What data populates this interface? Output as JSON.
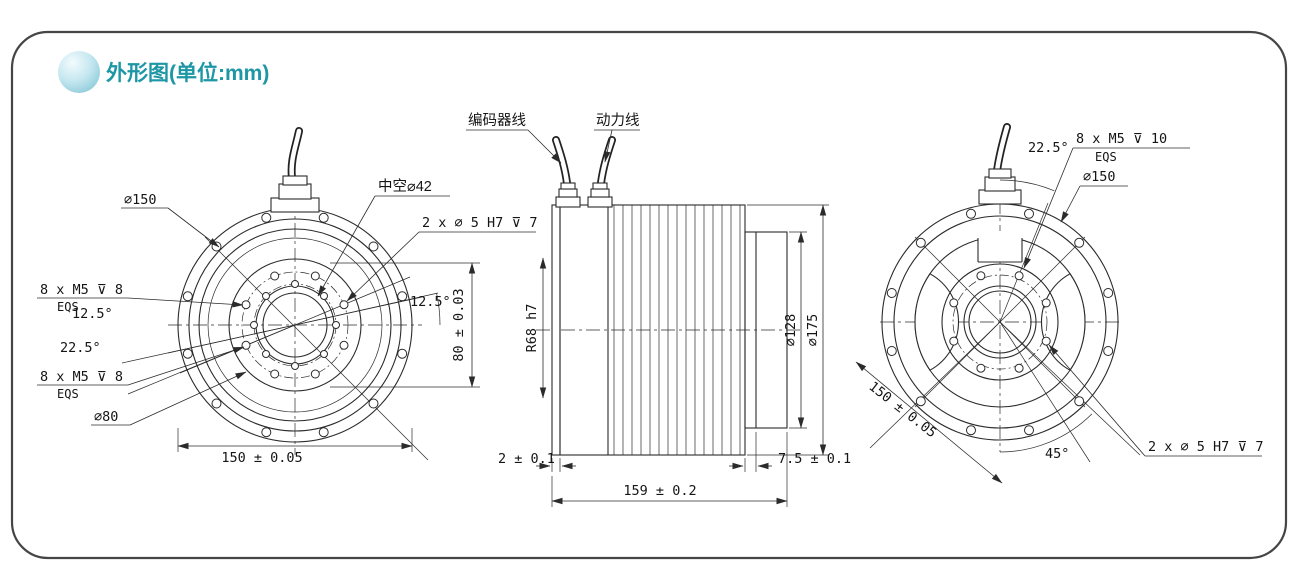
{
  "header": {
    "title": "外形图(单位:mm)"
  },
  "front_view": {
    "d150": "⌀150",
    "hollow_d42": "中空⌀42",
    "dowel_holes": "2 x ⌀ 5 H7 ⊽ 7",
    "bolt_note_top": "8 x M5 ⊽ 8",
    "bolt_note_top_eqs": "EQS",
    "angle_12_5_left": "12.5°",
    "angle_22_5_left": "22.5°",
    "bolt_note_bottom": "8 x M5 ⊽ 8",
    "bolt_note_bottom_eqs": "EQS",
    "d80": "⌀80",
    "dim_150": "150 ± 0.05",
    "angle_12_5_right": "12.5°",
    "dim_80": "80 ± 0.03"
  },
  "side_view": {
    "encoder_cable": "编码器线",
    "power_cable": "动力线",
    "r68": "R68 h7",
    "d128": "⌀128",
    "d175": "⌀175",
    "dim_2": "2 ± 0.1",
    "dim_7_5": "7.5 ± 0.1",
    "dim_159": "159 ± 0.2"
  },
  "rear_view": {
    "angle_22_5": "22.5°",
    "bolt_note": "8 x M5 ⊽ 10",
    "bolt_note_eqs": "EQS",
    "d150": "⌀150",
    "dim_150": "150 ± 0.05",
    "angle_45": "45°",
    "dowel_holes": "2 x ⌀ 5 H7 ⊽ 7"
  },
  "colors": {
    "accent": "#1d96a5",
    "line": "#2b2b2b",
    "background": "#ffffff"
  }
}
